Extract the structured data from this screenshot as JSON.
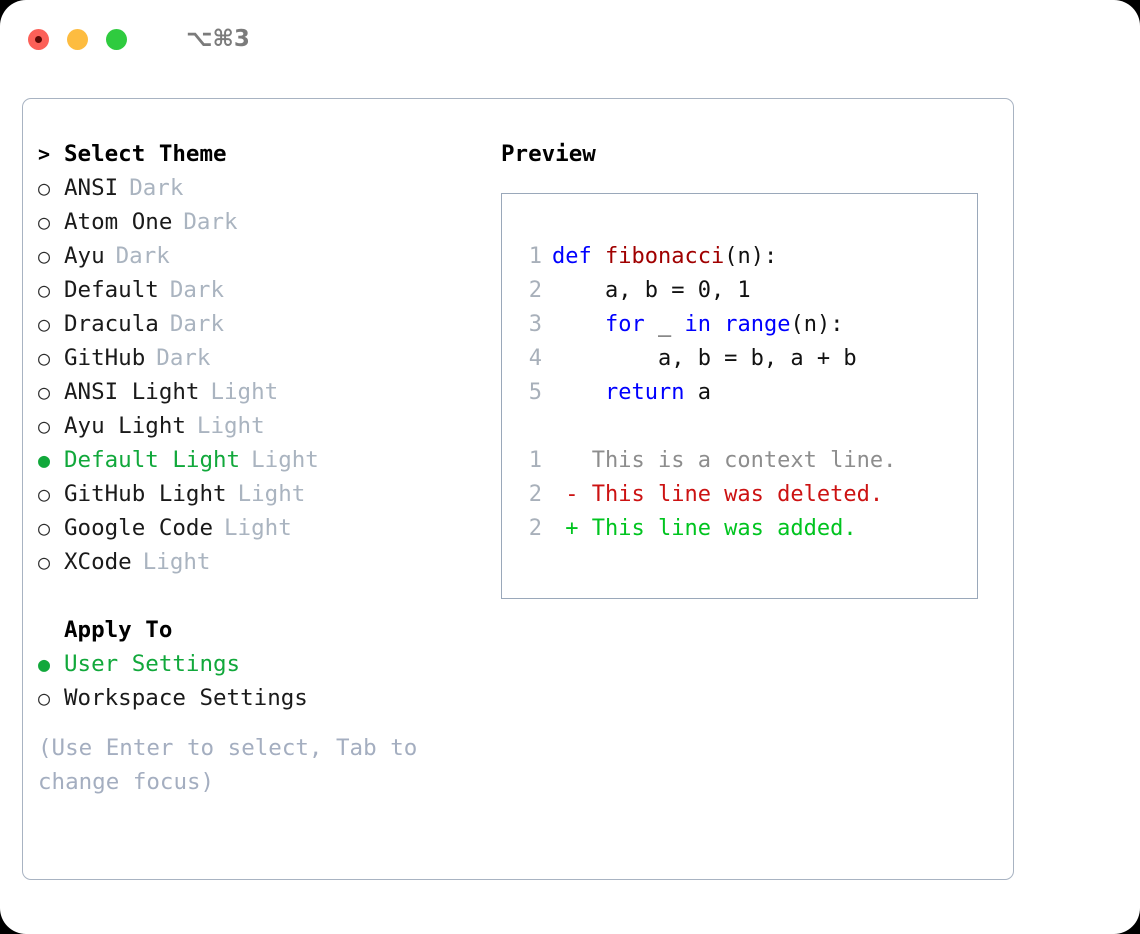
{
  "titlebar": {
    "shortcut": "⌥⌘3",
    "buttons": [
      {
        "name": "close",
        "color": "#fc6058"
      },
      {
        "name": "minimize",
        "color": "#fdbc40"
      },
      {
        "name": "maximize",
        "color": "#2fcb3f"
      }
    ]
  },
  "accent_color": "#11a83b",
  "theme_section": {
    "header_prefix": ">",
    "header": "Select Theme",
    "items": [
      {
        "marker": "○",
        "label": "ANSI",
        "suffix": "Dark",
        "selected": false
      },
      {
        "marker": "○",
        "label": "Atom One",
        "suffix": "Dark",
        "selected": false
      },
      {
        "marker": "○",
        "label": "Ayu",
        "suffix": "Dark",
        "selected": false
      },
      {
        "marker": "○",
        "label": "Default",
        "suffix": "Dark",
        "selected": false
      },
      {
        "marker": "○",
        "label": "Dracula",
        "suffix": "Dark",
        "selected": false
      },
      {
        "marker": "○",
        "label": "GitHub",
        "suffix": "Dark",
        "selected": false
      },
      {
        "marker": "○",
        "label": "ANSI Light",
        "suffix": "Light",
        "selected": false
      },
      {
        "marker": "○",
        "label": "Ayu Light",
        "suffix": "Light",
        "selected": false
      },
      {
        "marker": "●",
        "label": "Default Light",
        "suffix": "Light",
        "selected": true
      },
      {
        "marker": "○",
        "label": "GitHub Light",
        "suffix": "Light",
        "selected": false
      },
      {
        "marker": "○",
        "label": "Google Code",
        "suffix": "Light",
        "selected": false
      },
      {
        "marker": "○",
        "label": "XCode",
        "suffix": "Light",
        "selected": false
      }
    ]
  },
  "apply_section": {
    "header": "Apply To",
    "items": [
      {
        "marker": "●",
        "label": "User Settings",
        "selected": true
      },
      {
        "marker": "○",
        "label": "Workspace Settings",
        "selected": false
      }
    ]
  },
  "hint": "(Use Enter to select, Tab to change focus)",
  "preview": {
    "title": "Preview",
    "code_lines": [
      {
        "no": "1",
        "tokens": [
          {
            "t": "def ",
            "c": "kw"
          },
          {
            "t": "fibonacci",
            "c": "fn"
          },
          {
            "t": "(n):",
            "c": "plain"
          }
        ]
      },
      {
        "no": "2",
        "tokens": [
          {
            "t": "    a, b = 0, 1",
            "c": "plain"
          }
        ]
      },
      {
        "no": "3",
        "tokens": [
          {
            "t": "    ",
            "c": "plain"
          },
          {
            "t": "for",
            "c": "kw"
          },
          {
            "t": " _ ",
            "c": "plain"
          },
          {
            "t": "in",
            "c": "kw"
          },
          {
            "t": " ",
            "c": "plain"
          },
          {
            "t": "range",
            "c": "kw"
          },
          {
            "t": "(n):",
            "c": "plain"
          }
        ]
      },
      {
        "no": "4",
        "tokens": [
          {
            "t": "        a, b = b, a + b",
            "c": "plain"
          }
        ]
      },
      {
        "no": "5",
        "tokens": [
          {
            "t": "    ",
            "c": "plain"
          },
          {
            "t": "return",
            "c": "kw"
          },
          {
            "t": " a",
            "c": "plain"
          }
        ]
      }
    ],
    "diff_lines": [
      {
        "no": "1",
        "tokens": [
          {
            "t": "   This is a context line.",
            "c": "ctx"
          }
        ]
      },
      {
        "no": "2",
        "tokens": [
          {
            "t": " - This line was deleted.",
            "c": "del"
          }
        ]
      },
      {
        "no": "2",
        "tokens": [
          {
            "t": " + This line was added.",
            "c": "add"
          }
        ]
      }
    ]
  }
}
